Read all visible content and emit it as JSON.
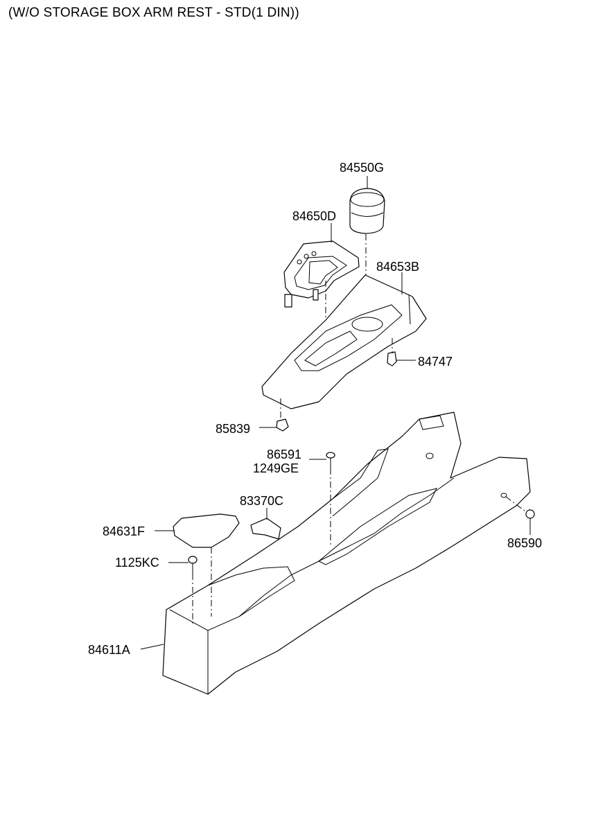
{
  "title": "(W/O STORAGE BOX ARM REST - STD(1 DIN))",
  "parts": {
    "shift_knob": "84550G",
    "indicator_panel": "84650D",
    "upper_console": "84653B",
    "clip_84747": "84747",
    "nut_85839": "85839",
    "screw_86591": "86591",
    "screw_1249GE": "1249GE",
    "bracket_83370C": "83370C",
    "mat_84631F": "84631F",
    "screw_1125KC": "1125KC",
    "main_console": "84611A",
    "screw_86590": "86590"
  }
}
